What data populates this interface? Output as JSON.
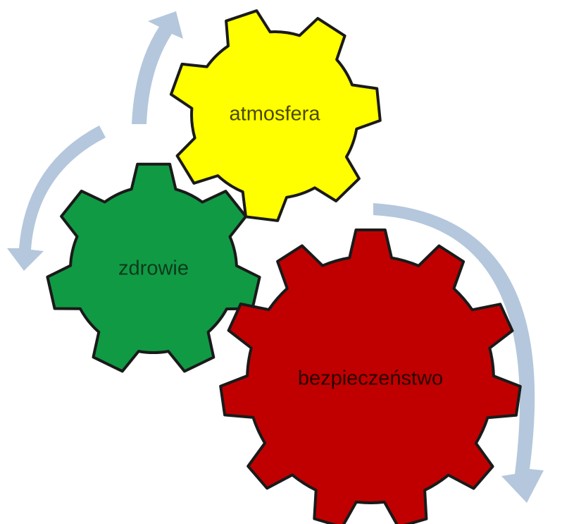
{
  "colors": {
    "background": "#ffffff",
    "arrow": "#b4c7dc",
    "outline": "#1a1a1a"
  },
  "gears": [
    {
      "id": "atmosfera",
      "label": "atmosfera",
      "fill": "#ffff00",
      "text_color": "#4a4a00"
    },
    {
      "id": "zdrowie",
      "label": "zdrowie",
      "fill": "#109a44",
      "text_color": "#0c3a1c"
    },
    {
      "id": "bezpieczenstwo",
      "label": "bezpieczeństwo",
      "fill": "#c00000",
      "text_color": "#2a0000"
    }
  ],
  "arrows": [
    {
      "id": "arrow-top",
      "icon": "curved-arrow-up-icon"
    },
    {
      "id": "arrow-left",
      "icon": "curved-arrow-down-icon"
    },
    {
      "id": "arrow-right",
      "icon": "curved-arrow-down-icon"
    }
  ]
}
